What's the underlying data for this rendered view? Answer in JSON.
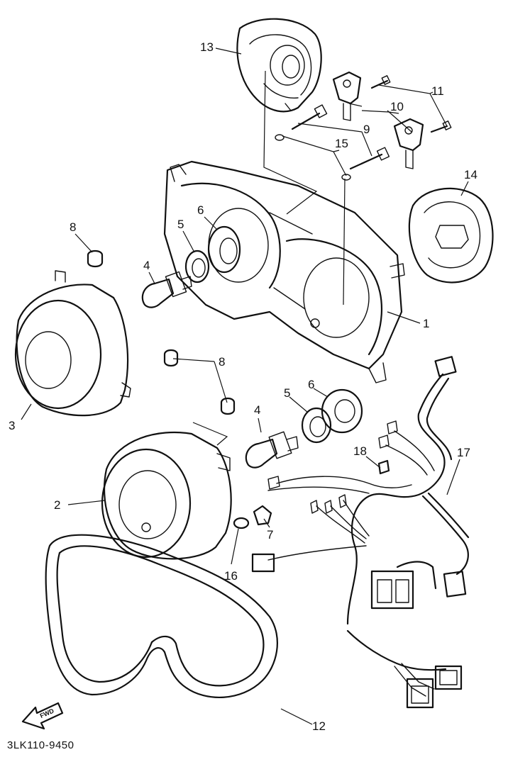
{
  "callouts": {
    "c1": "1",
    "c2": "2",
    "c3": "3",
    "c4a": "4",
    "c4b": "4",
    "c5a": "5",
    "c5b": "5",
    "c6a": "6",
    "c6b": "6",
    "c7": "7",
    "c8a": "8",
    "c8b": "8",
    "c9": "9",
    "c10": "10",
    "c11": "11",
    "c12": "12",
    "c13": "13",
    "c14": "14",
    "c15": "15",
    "c16": "16",
    "c17": "17",
    "c18": "18"
  },
  "diagram_code": "3LK110-9450",
  "fwd_label": "FWD"
}
